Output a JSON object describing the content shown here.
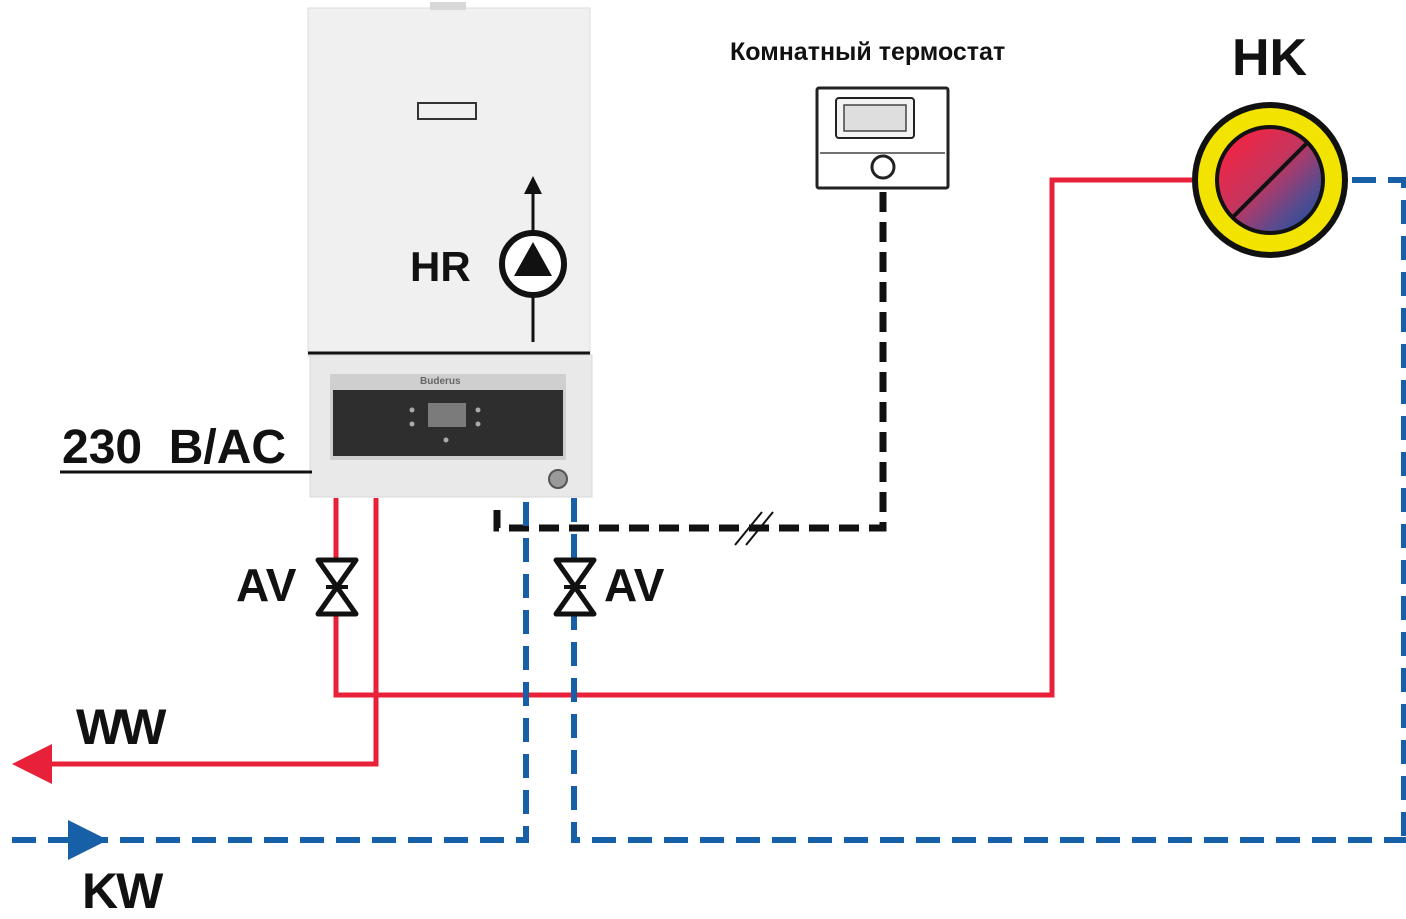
{
  "labels": {
    "room_thermostat": "Комнатный термостат",
    "heating_circuit": "HK",
    "heating_pump": "HR",
    "power_supply": "230  B/AC",
    "shutoff_valve_left": "AV",
    "shutoff_valve_right": "AV",
    "hot_water": "WW",
    "cold_water": "KW",
    "boiler_brand": "Buderus"
  },
  "colors": {
    "hot_line": "#e8203a",
    "cold_line": "#1760a8",
    "control_line": "#111111",
    "radiator_ring": "#f2e400",
    "boiler_body": "#efefef"
  }
}
